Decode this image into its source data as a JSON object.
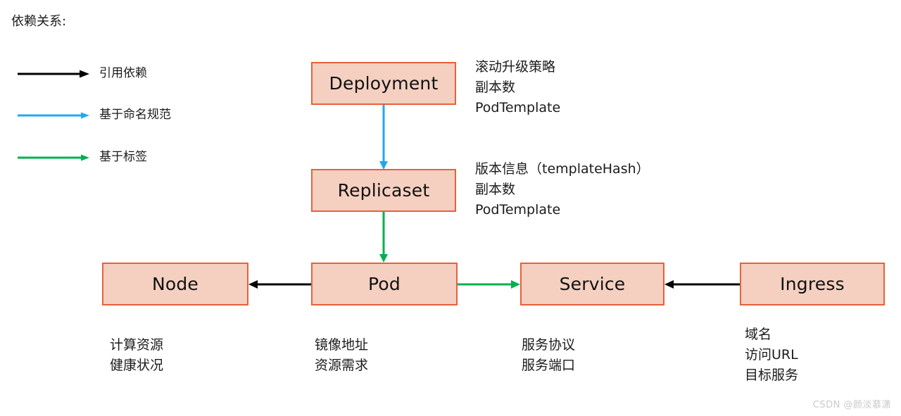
{
  "title": "依赖关系:",
  "legend": {
    "items": [
      {
        "label": "引用依赖",
        "color": "#000000",
        "icon": "arrow-right-icon"
      },
      {
        "label": "基于命名规范",
        "color": "#20a8ef",
        "icon": "arrow-right-icon"
      },
      {
        "label": "基于标签",
        "color": "#00b050",
        "icon": "arrow-right-icon"
      }
    ]
  },
  "colors": {
    "box_fill": "#f5d0c0",
    "box_border": "#e8603c",
    "black_edge": "#000000",
    "blue_edge": "#20a8ef",
    "green_edge": "#00b050",
    "watermark": "#c9c9c9"
  },
  "nodes": [
    {
      "id": "deployment",
      "label": "Deployment"
    },
    {
      "id": "replicaset",
      "label": "Replicaset"
    },
    {
      "id": "node",
      "label": "Node"
    },
    {
      "id": "pod",
      "label": "Pod"
    },
    {
      "id": "service",
      "label": "Service"
    },
    {
      "id": "ingress",
      "label": "Ingress"
    }
  ],
  "annotations": {
    "deployment": [
      "滚动升级策略",
      "副本数",
      "PodTemplate"
    ],
    "replicaset": [
      "版本信息（templateHash）",
      "副本数",
      "PodTemplate"
    ],
    "node": [
      "计算资源",
      "健康状况"
    ],
    "pod": [
      "镜像地址",
      "资源需求"
    ],
    "service": [
      "服务协议",
      "服务端口"
    ],
    "ingress": [
      "域名",
      "访问URL",
      "目标服务"
    ]
  },
  "edges": [
    {
      "from": "deployment",
      "to": "replicaset",
      "color": "#20a8ef",
      "relation": "基于命名规范"
    },
    {
      "from": "replicaset",
      "to": "pod",
      "color": "#00b050",
      "relation": "基于标签"
    },
    {
      "from": "pod",
      "to": "node",
      "color": "#000000",
      "relation": "引用依赖"
    },
    {
      "from": "pod",
      "to": "service",
      "color": "#00b050",
      "relation": "基于标签"
    },
    {
      "from": "ingress",
      "to": "service",
      "color": "#000000",
      "relation": "引用依赖"
    }
  ],
  "watermark": "CSDN @颜淡慕潇"
}
